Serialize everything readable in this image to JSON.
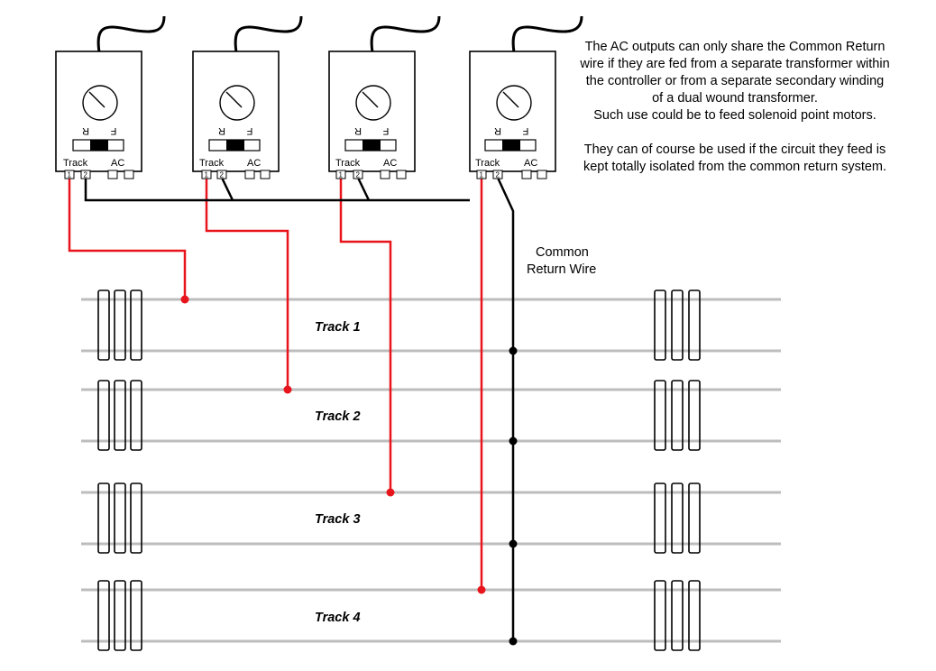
{
  "note": {
    "lines": [
      "The AC outputs can only share the Common Return",
      "wire if they are fed from a separate transformer within",
      "the controller or from a separate secondary winding",
      "of a dual wound transformer.",
      "Such use could be to feed solenoid point motors.",
      "",
      "They can of course be used if the circuit they feed is",
      "kept totally isolated from the common return system."
    ]
  },
  "controller": {
    "track_label": "Track",
    "ac_label": "AC",
    "terminal_1": "1",
    "terminal_2": "2",
    "switch_r": "R",
    "switch_f": "F"
  },
  "common_return": {
    "line1": "Common",
    "line2": "Return Wire"
  },
  "tracks": [
    {
      "label": "Track 1"
    },
    {
      "label": "Track 2"
    },
    {
      "label": "Track 3"
    },
    {
      "label": "Track 4"
    }
  ],
  "colors": {
    "feed_wire": "#e8141b",
    "return_wire": "#000000",
    "rail": "#bdbdbd"
  }
}
